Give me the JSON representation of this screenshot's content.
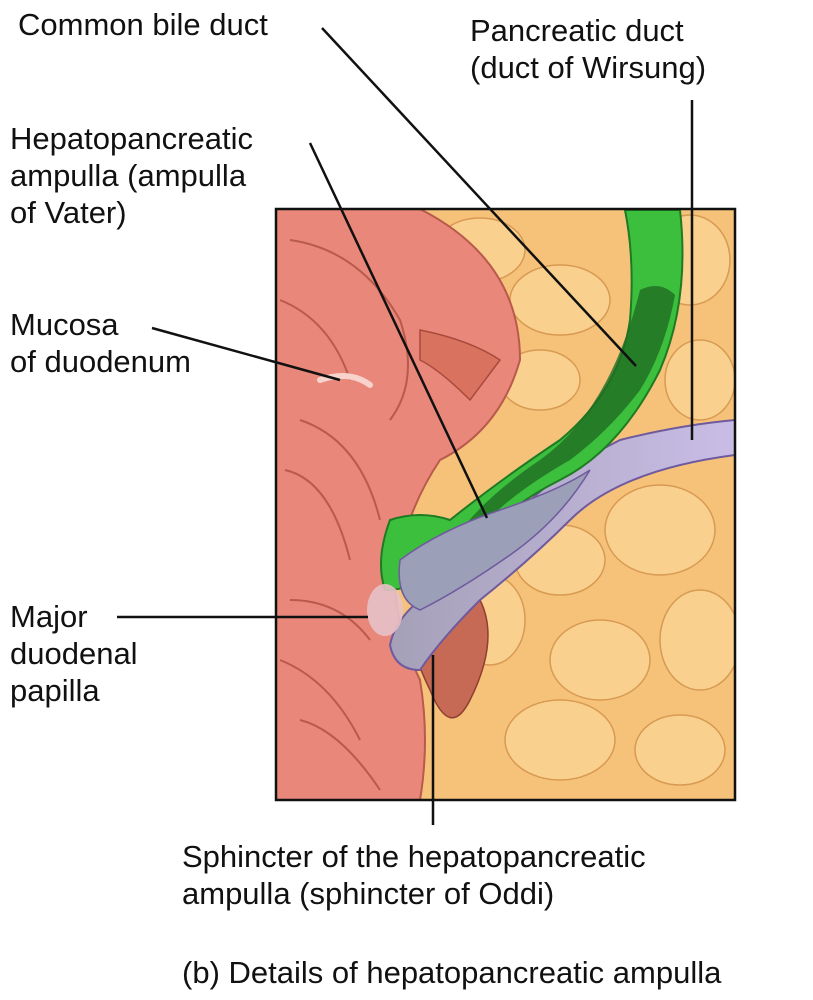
{
  "labels": {
    "common_bile_duct": "Common bile duct",
    "pancreatic_duct_l1": "Pancreatic duct",
    "pancreatic_duct_l2": "(duct of Wirsung)",
    "ampulla_l1": "Hepatopancreatic",
    "ampulla_l2": "ampulla (ampulla",
    "ampulla_l3": "of Vater)",
    "mucosa_l1": "Mucosa",
    "mucosa_l2": "of duodenum",
    "papilla_l1": "Major",
    "papilla_l2": "duodenal",
    "papilla_l3": "papilla",
    "sphincter_l1": "Sphincter of the hepatopancreatic",
    "sphincter_l2": "ampulla (sphincter of Oddi)"
  },
  "caption": "(b) Details of hepatopancreatic ampulla",
  "colors": {
    "duodenum": "#e8877a",
    "pancreas": "#f6c27a",
    "bile_duct": "#3cbf3c",
    "pancreatic_duct": "#b9a7dd",
    "leader": "#111111"
  }
}
